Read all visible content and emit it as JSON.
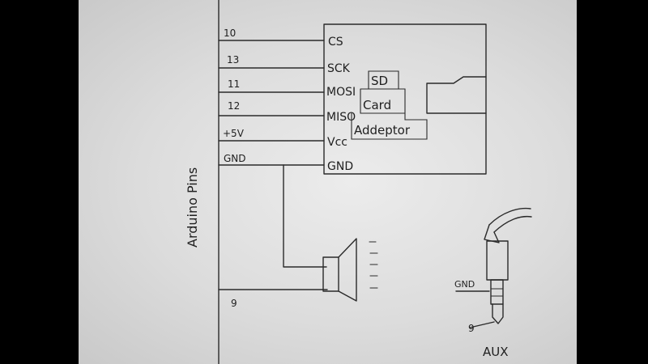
{
  "arduino_label": "Arduino Pins",
  "pins": [
    "10",
    "13",
    "11",
    "12",
    "+5V",
    "GND",
    "9"
  ],
  "sd_module": {
    "signals": [
      "CS",
      "SCK",
      "MOSI",
      "MISO",
      "Vcc",
      "GND"
    ],
    "label_lines": [
      "SD",
      "Card",
      "Addeptor"
    ]
  },
  "aux": {
    "gnd_label": "GND",
    "pin_label": "9",
    "title": "AUX"
  }
}
